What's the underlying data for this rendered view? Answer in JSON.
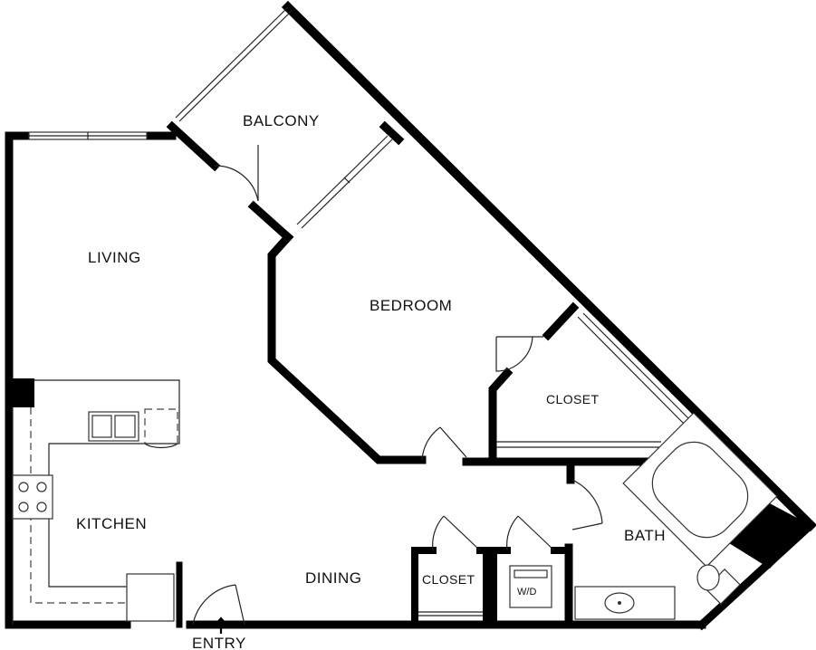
{
  "rooms": {
    "balcony": "BALCONY",
    "living": "LIVING",
    "bedroom": "BEDROOM",
    "closet_bedroom": "CLOSET",
    "kitchen": "KITCHEN",
    "dining": "DINING",
    "closet_hall": "CLOSET",
    "washer_dryer": "W/D",
    "bath": "BATH"
  },
  "entry": {
    "label": "ENTRY",
    "arrow": "arrow-up-icon"
  }
}
